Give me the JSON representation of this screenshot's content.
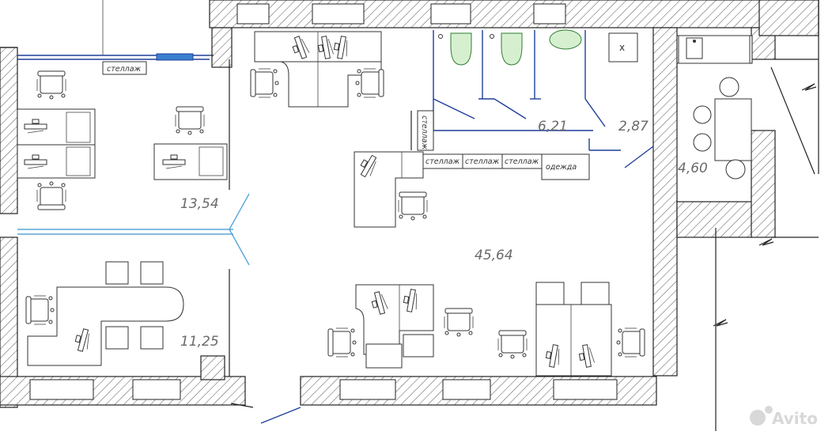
{
  "areas": {
    "office_top_left": "13,54",
    "office_bottom_left": "11,25",
    "open_space": "45,64",
    "wc_block": "6,21",
    "corridor": "2,87",
    "kitchen": "4,60"
  },
  "labels": {
    "shelf": "стеллаж",
    "wardrobe": "одежда",
    "tank": "х"
  },
  "watermark": "Avito",
  "colors": {
    "partition": "#1f3f9a",
    "glass": "#5aa6d8",
    "wall": "#222222",
    "area_text": "#6a6a6a"
  }
}
